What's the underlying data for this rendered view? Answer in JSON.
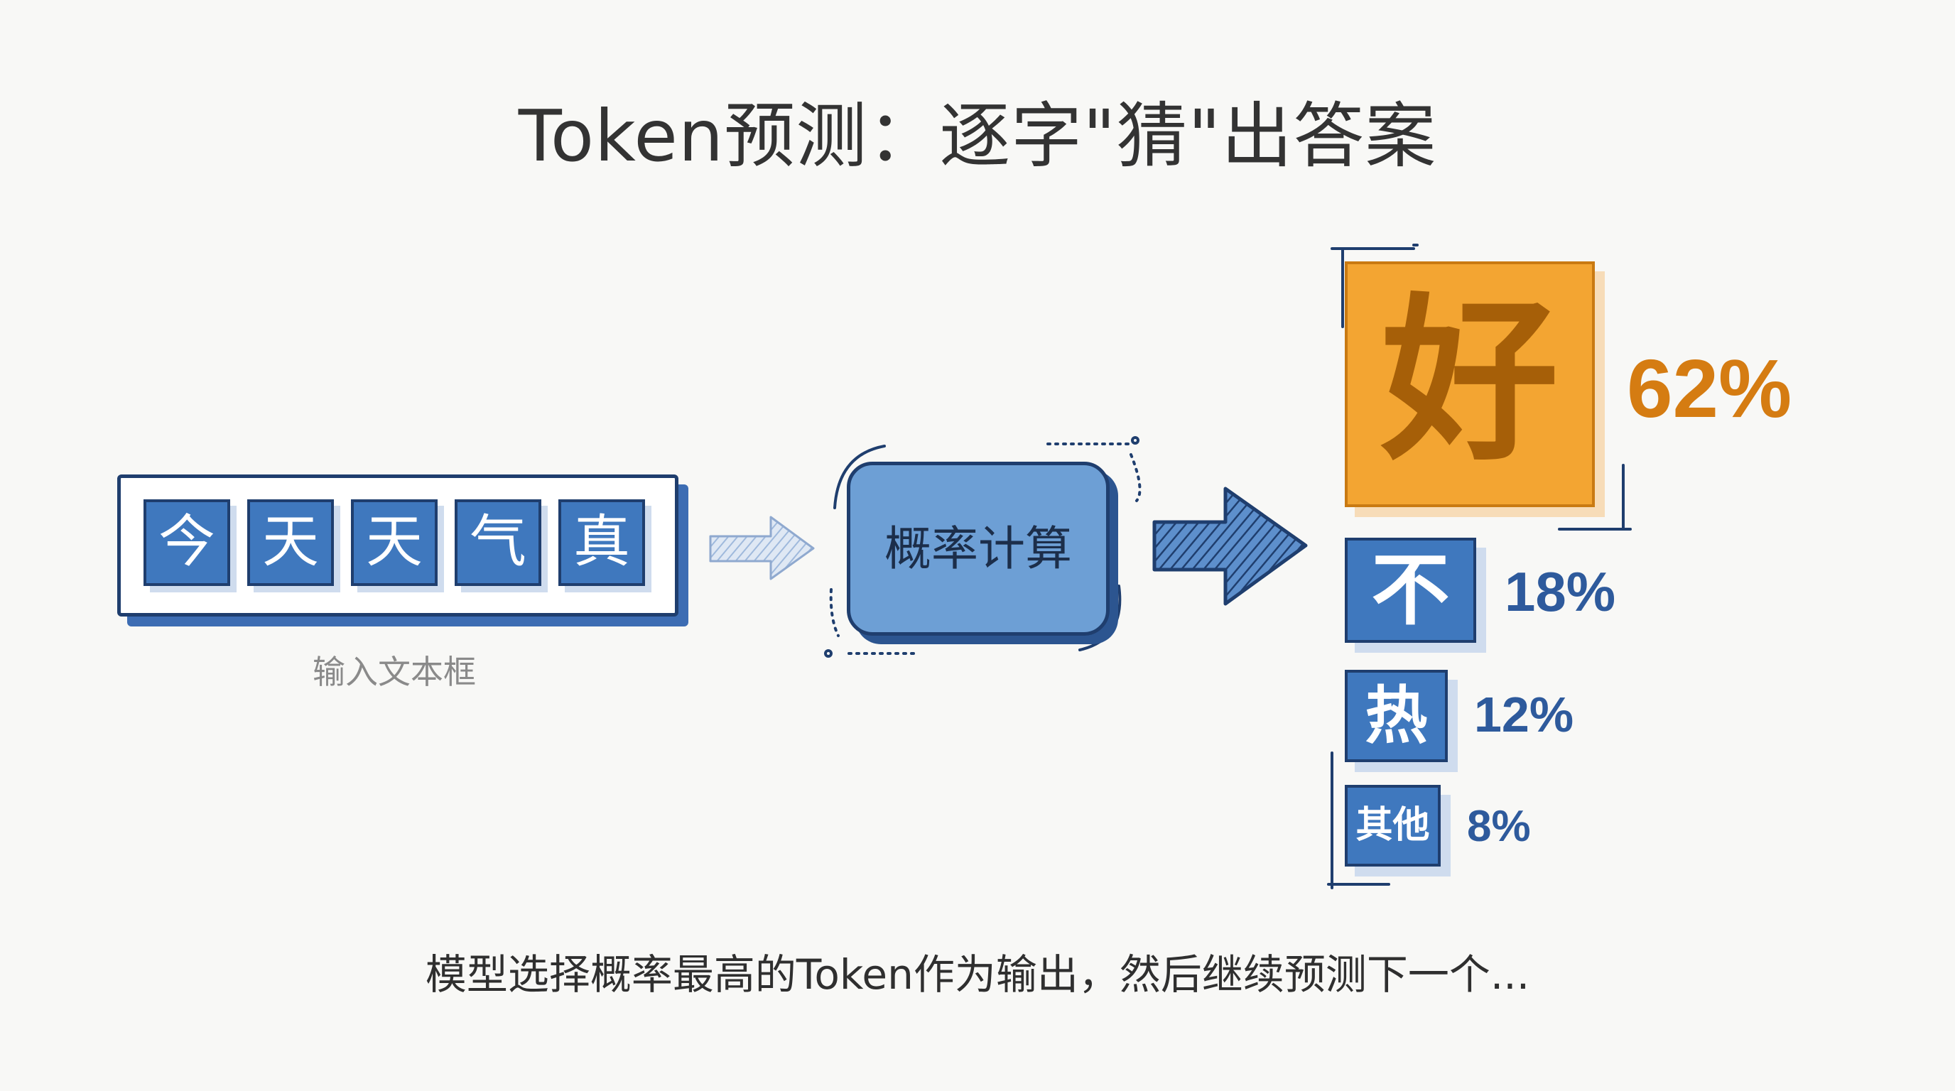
{
  "title": "Token预测：逐字\"猜\"出答案",
  "input": {
    "tokens": [
      "今",
      "天",
      "天",
      "气",
      "真"
    ],
    "label": "输入文本框"
  },
  "process": {
    "label": "概率计算"
  },
  "predictions": [
    {
      "token": "好",
      "probability": "62%",
      "color": "#f3a532"
    },
    {
      "token": "不",
      "probability": "18%",
      "color": "#3f78be"
    },
    {
      "token": "热",
      "probability": "12%",
      "color": "#3f78be"
    },
    {
      "token": "其他",
      "probability": "8%",
      "color": "#3f78be"
    }
  ],
  "caption": "模型选择概率最高的Token作为输出，然后继续预测下一个..."
}
